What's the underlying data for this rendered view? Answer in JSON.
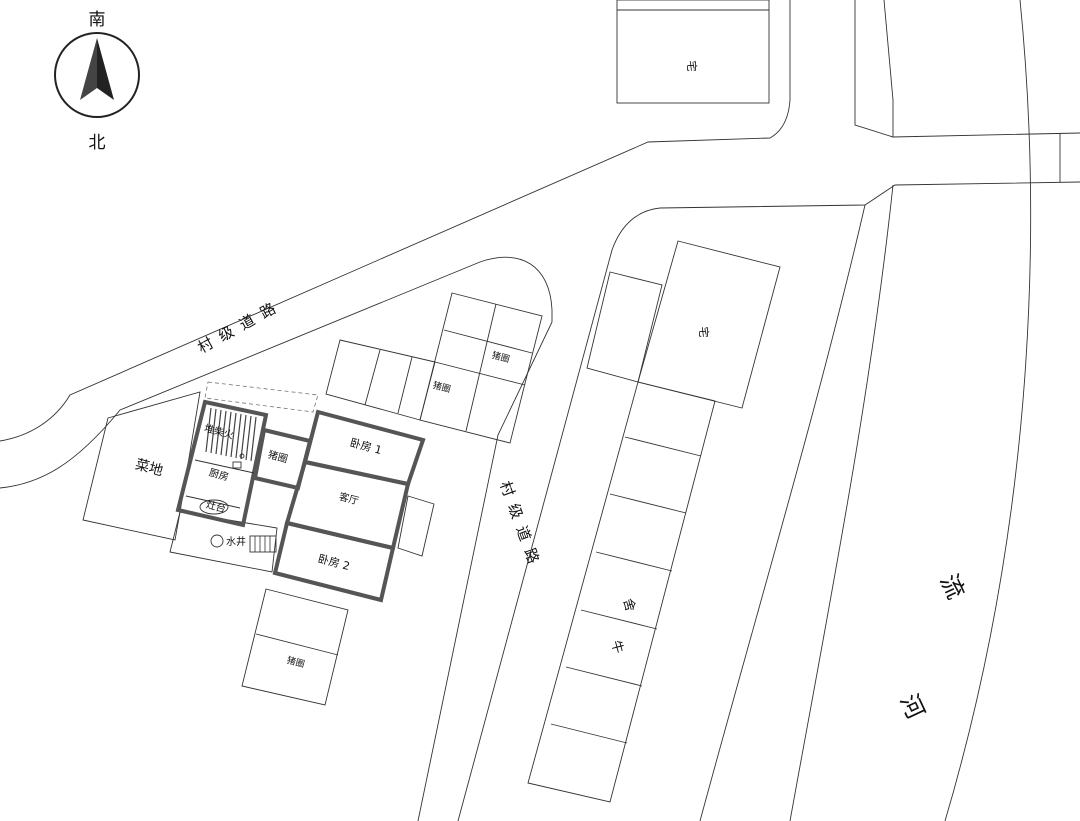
{
  "compass": {
    "south_label": "南",
    "north_label": "北"
  },
  "roads": {
    "diagonal_road_label": "村 级 道 路",
    "vertical_road_label": "村 级 道 路"
  },
  "river": {
    "label_1": "流",
    "label_2": "河"
  },
  "buildings": {
    "top_house": "宅",
    "right_house": "宅",
    "cattle_shed_1": "牛",
    "cattle_shed_2": "舍"
  },
  "house": {
    "vegetable_plot": "菜地",
    "storage": "堆柴火",
    "pigpen_small": "猪圈",
    "kitchen": "厨房",
    "stove": "灶台",
    "bedroom_1": "卧房 1",
    "living_room": "客厅",
    "bedroom_2": "卧房 2",
    "well": "水井"
  },
  "pigpens": {
    "upper_1": "猪圈",
    "upper_2": "猪圈",
    "lower": "猪圈"
  },
  "colors": {
    "line": "#333333",
    "wall": "#555555",
    "background": "#ffffff"
  }
}
